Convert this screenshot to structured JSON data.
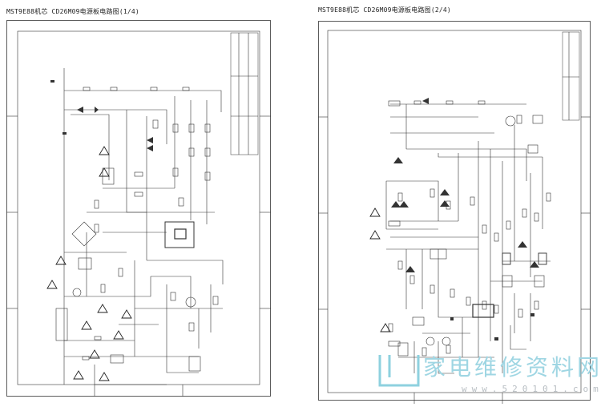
{
  "sheets": [
    {
      "title": "MST9E88机芯 CD26M09电源板电路图(1/4)"
    },
    {
      "title": "MST9E88机芯 CD26M09电源板电路图(2/4)"
    }
  ],
  "watermark": {
    "text": "家电维修资料网",
    "url": "www.520101.com"
  }
}
